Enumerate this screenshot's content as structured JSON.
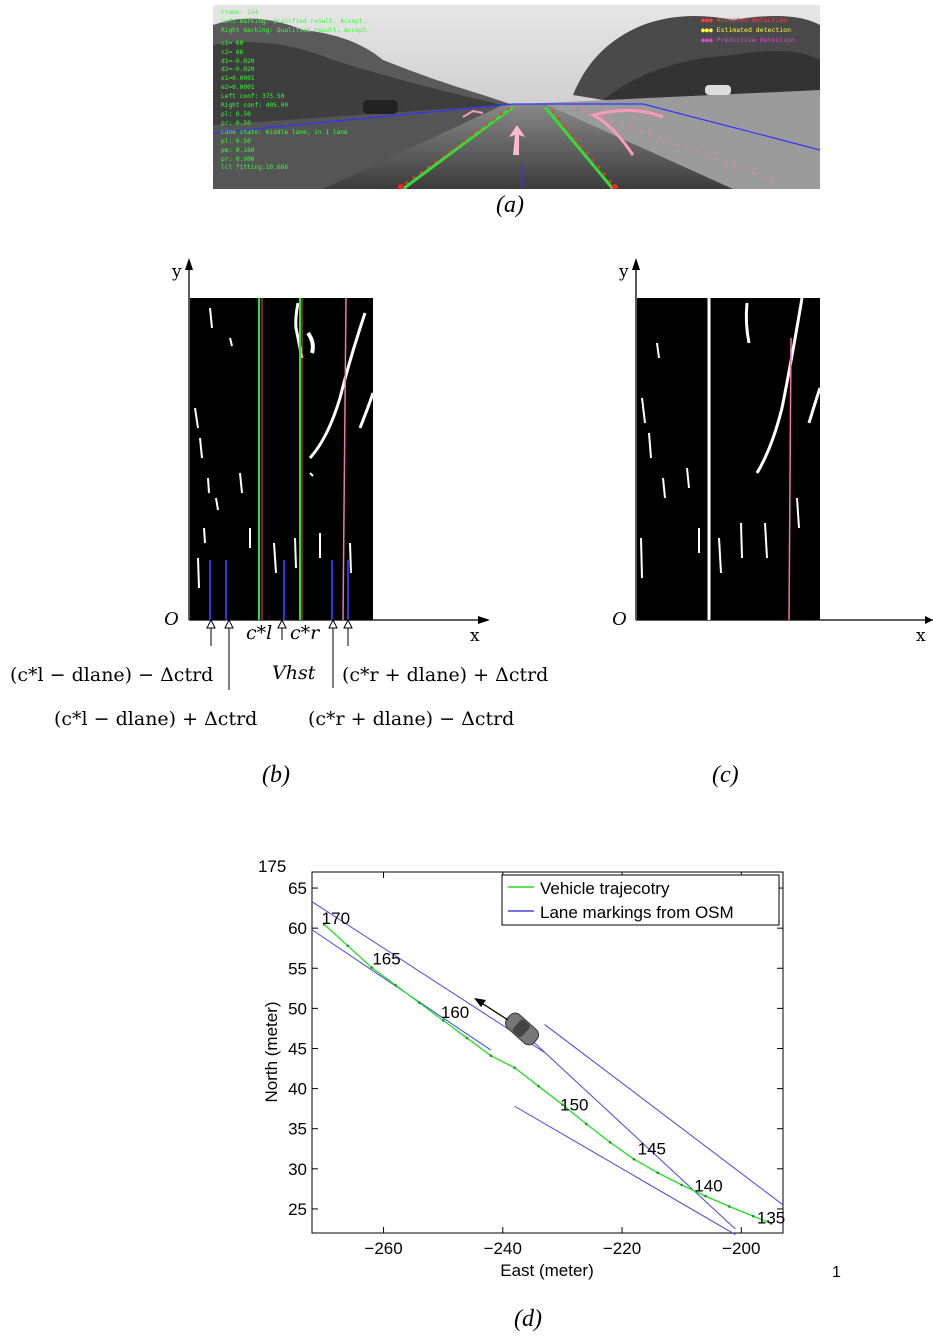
{
  "panel_a": {
    "caption": "(a)",
    "overlay_left": [
      "Frame: 154",
      "Left marking: Qualified result. Accept.",
      "Right marking: Qualified result. Accept.",
      "c1= 60",
      "c2= 86",
      "d1=-0.020",
      "d2=-0.020",
      "e1=0.0001",
      "e2=0.0001",
      "Left conf: 375.50",
      "Right conf: 405.00",
      "pl: 0.50",
      "pr: 0.50",
      "Lane state: middle lane, in 1 lane",
      "pl: 0.50",
      "pm: 0.160",
      "pr: 0.000",
      "lcl fitting:10.666"
    ],
    "legend": [
      "Accepted detection",
      "Estimated detection",
      "Predictive detection"
    ],
    "legend_colors": [
      "#ff2a2a",
      "#ffff33",
      "#cc33cc"
    ]
  },
  "panel_b": {
    "caption": "(b)",
    "axis_y": "y",
    "axis_x": "x",
    "origin": "O",
    "labels": {
      "cl": "c*l",
      "cr": "c*r",
      "vhst": "Vhst",
      "left_minus": "(c*l − dlane) − Δctrd",
      "left_plus": "(c*l − dlane) + Δctrd",
      "right_plus": "(c*r + dlane) + Δctrd",
      "right_minus": "(c*r + dlane) − Δctrd"
    }
  },
  "panel_c": {
    "caption": "(c)",
    "axis_y": "y",
    "axis_x": "x",
    "origin": "O"
  },
  "panel_d": {
    "caption": "(d)",
    "stray_label": "1",
    "extra_ytick": "175"
  },
  "chart_data": {
    "type": "line",
    "title": "",
    "xlabel": "East (meter)",
    "ylabel": "North (meter)",
    "xlim": [
      -272,
      -193
    ],
    "ylim": [
      22,
      67
    ],
    "xticks": [
      -260,
      -240,
      -220,
      -200
    ],
    "xtick_labels": [
      "−260",
      "−240",
      "−220",
      "−200"
    ],
    "yticks": [
      25,
      30,
      35,
      40,
      45,
      50,
      55,
      60,
      65
    ],
    "grid": false,
    "legend_position": "top-right",
    "series": [
      {
        "name": "Vehicle trajecotry",
        "color": "#22dd22",
        "x": [
          -270,
          -266,
          -262,
          -258,
          -254,
          -250,
          -246,
          -242,
          -238,
          -234,
          -230,
          -226,
          -222,
          -218,
          -214,
          -210,
          -206,
          -202,
          -198,
          -195
        ],
        "y": [
          60.5,
          57.8,
          55.1,
          52.9,
          50.7,
          48.5,
          46.3,
          44.1,
          42.6,
          40.3,
          38.0,
          35.6,
          33.3,
          31.2,
          29.5,
          28.0,
          26.6,
          25.3,
          24.1,
          23.2
        ]
      },
      {
        "name": "Lane markings from OSM",
        "color": "#4444ee",
        "segments": [
          {
            "x": [
              -272,
              -233
            ],
            "y": [
              63.3,
              44.5
            ]
          },
          {
            "x": [
              -272,
              -242
            ],
            "y": [
              59.8,
              44.8
            ]
          },
          {
            "x": [
              -236,
              -201
            ],
            "y": [
              46.6,
              22.5
            ]
          },
          {
            "x": [
              -233,
              -193
            ],
            "y": [
              48.0,
              25.5
            ]
          },
          {
            "x": [
              -238,
              -201
            ],
            "y": [
              37.8,
              21.8
            ]
          }
        ]
      }
    ],
    "point_labels": [
      {
        "text": "170",
        "x": -268,
        "y": 60.5
      },
      {
        "text": "165",
        "x": -259.5,
        "y": 55.5
      },
      {
        "text": "160",
        "x": -248,
        "y": 48.8
      },
      {
        "text": "150",
        "x": -228,
        "y": 37.3
      },
      {
        "text": "145",
        "x": -215,
        "y": 31.8
      },
      {
        "text": "140",
        "x": -205.5,
        "y": 27.2
      },
      {
        "text": "135",
        "x": -195,
        "y": 23.2
      }
    ]
  }
}
